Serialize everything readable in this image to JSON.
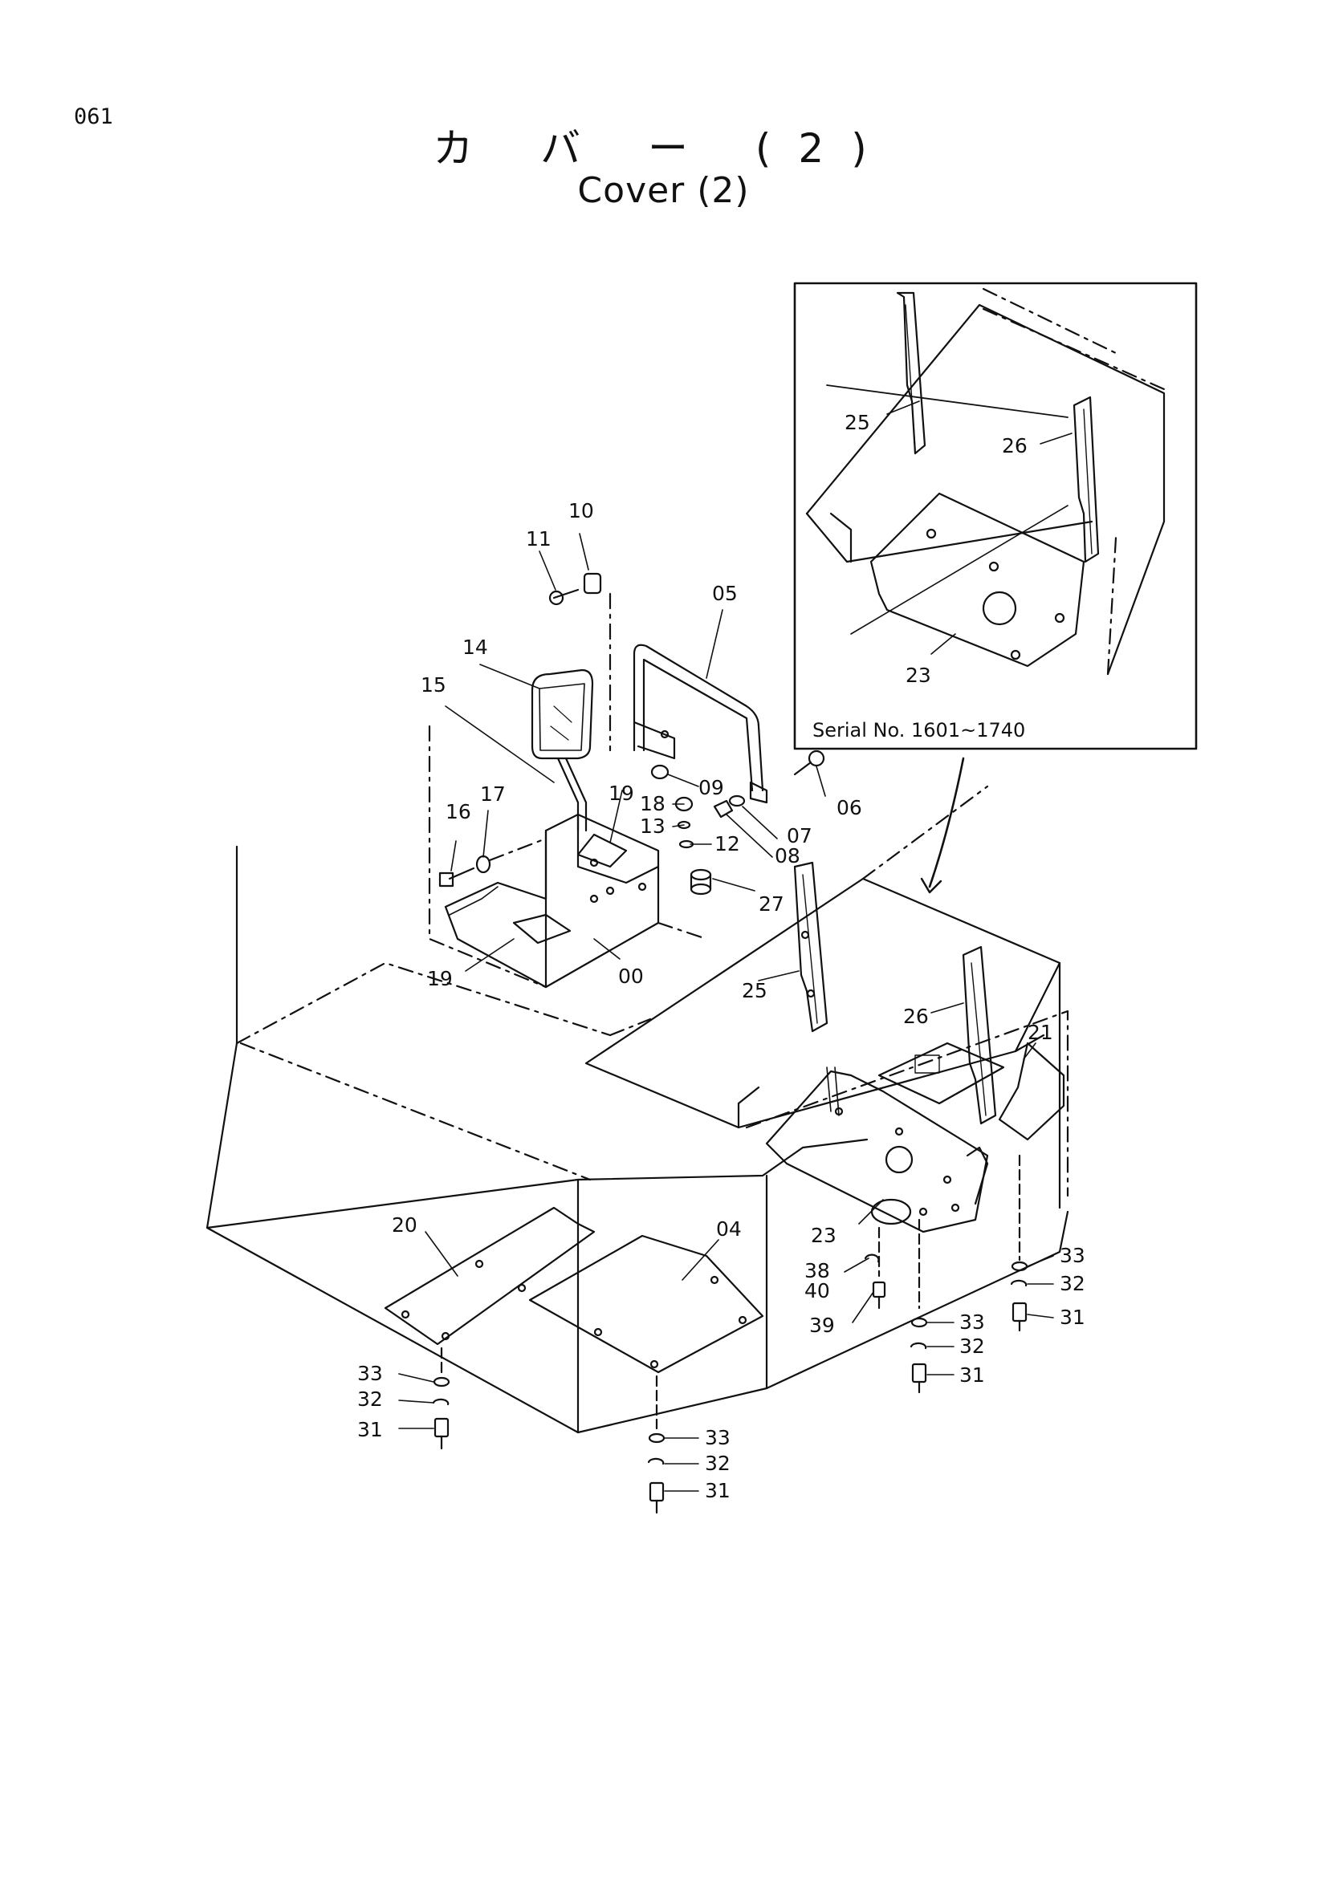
{
  "page_number": "061",
  "title_jp": "カ バ ー (2)",
  "title_en": "Cover (2)",
  "inset_caption": "Serial No. 1601~1740",
  "inset_labels": [
    "25",
    "26",
    "23"
  ],
  "part_labels": [
    "10",
    "11",
    "05",
    "14",
    "15",
    "09",
    "06",
    "18",
    "13",
    "07",
    "08",
    "12",
    "16",
    "17",
    "19",
    "19",
    "27",
    "00",
    "25",
    "26",
    "21",
    "20",
    "04",
    "23",
    "38",
    "40",
    "39",
    "33",
    "32",
    "31",
    "33",
    "32",
    "31",
    "33",
    "32",
    "31",
    "33",
    "32",
    "31"
  ]
}
